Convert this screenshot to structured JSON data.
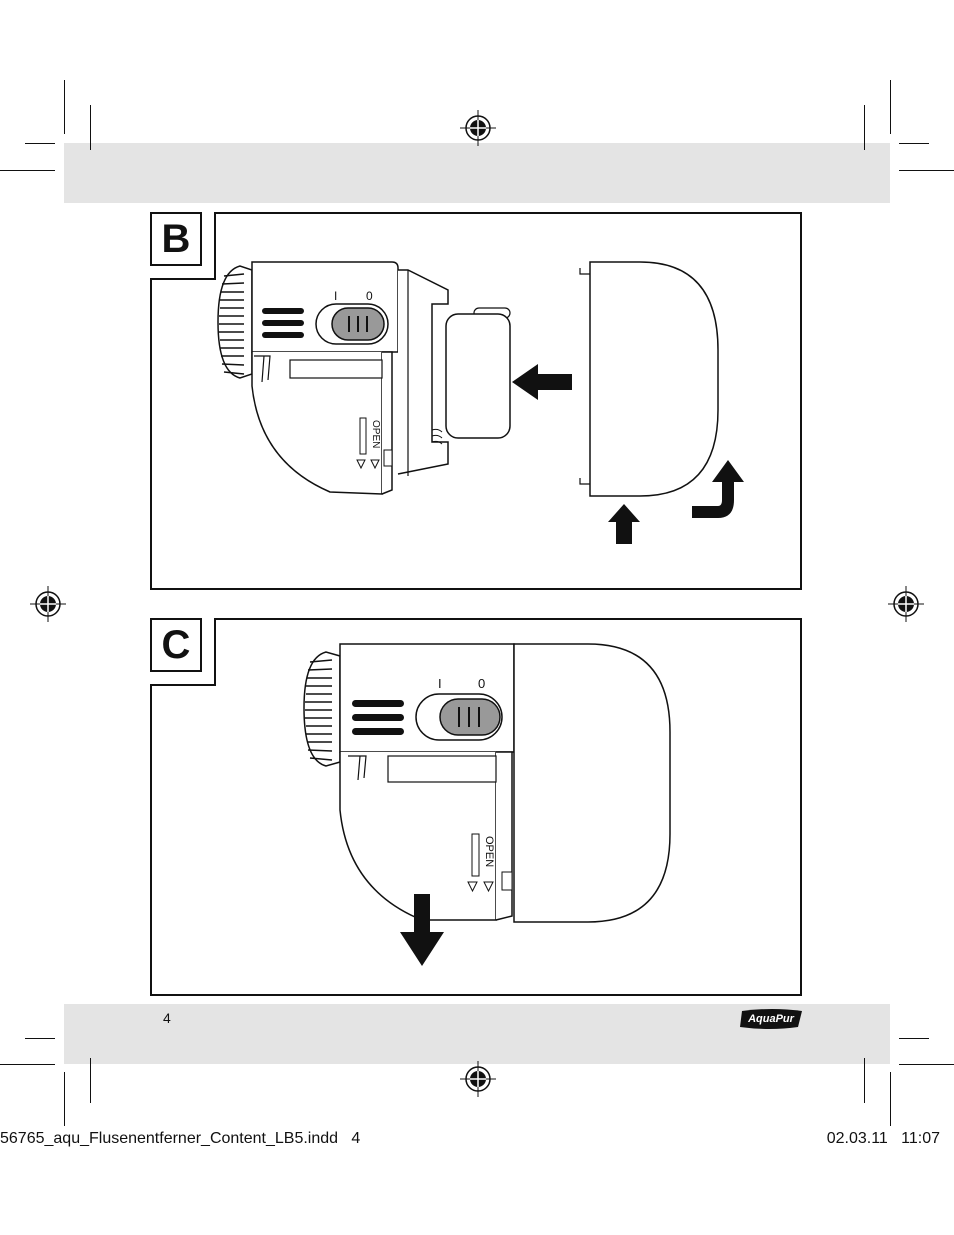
{
  "panels": [
    {
      "label": "B",
      "open_text": "OPEN",
      "switch_off": "I",
      "switch_on": "0"
    },
    {
      "label": "C",
      "open_text": "OPEN",
      "switch_off": "I",
      "switch_on": "0"
    }
  ],
  "page_number": "4",
  "logo_text": "AquaPur",
  "footer": {
    "filename": "56765_aqu_Flusenentferner_Content_LB5.indd   4",
    "timestamp": "02.03.11   11:07"
  }
}
